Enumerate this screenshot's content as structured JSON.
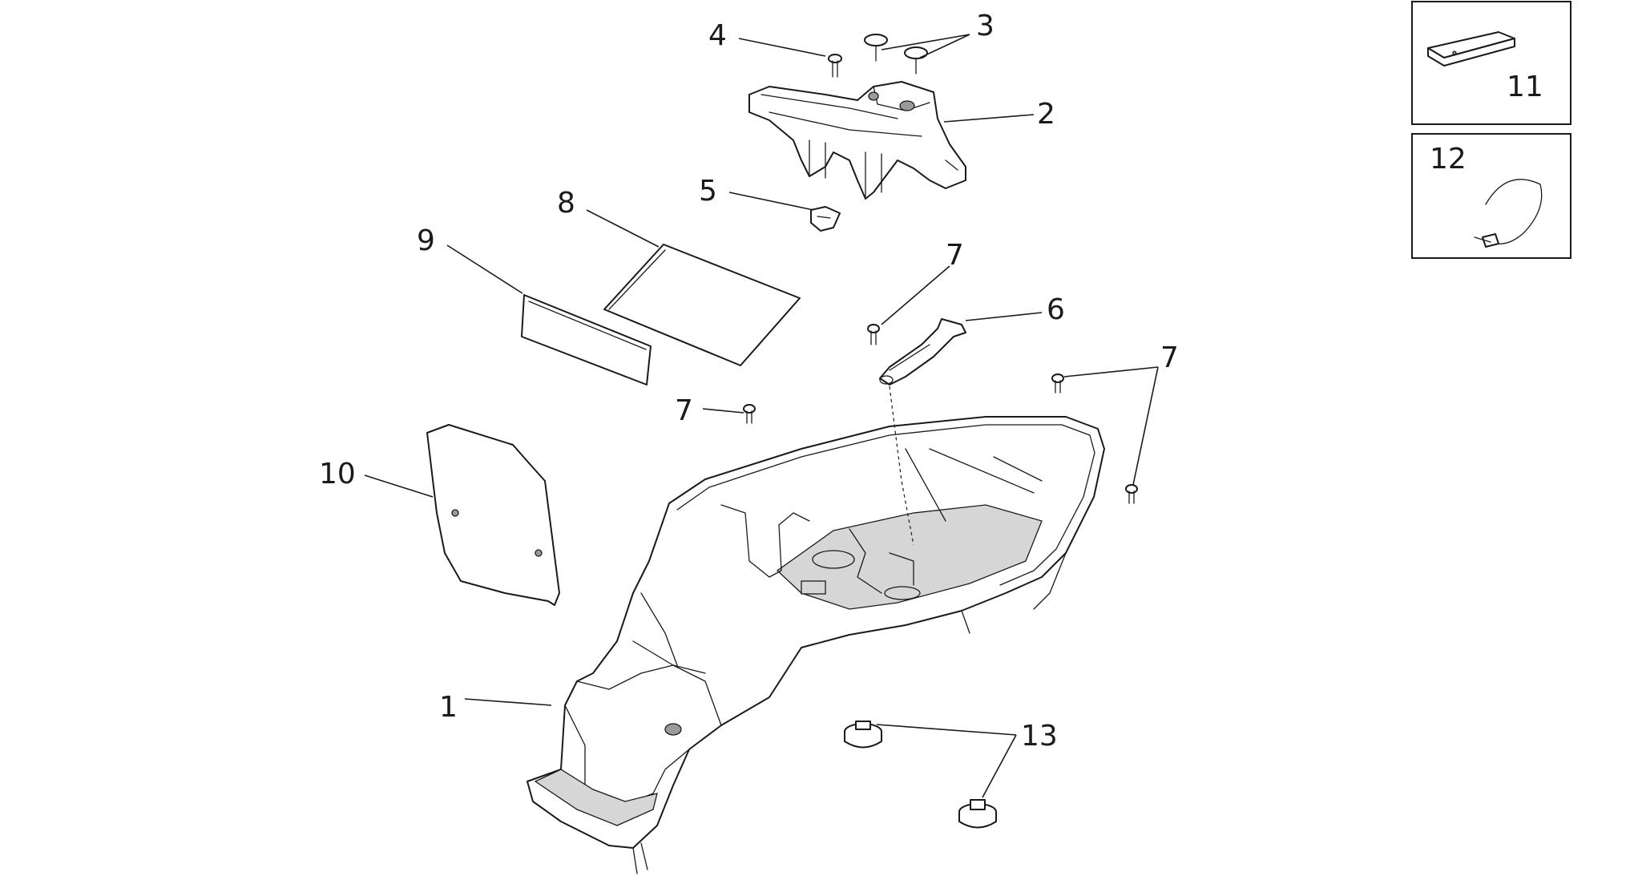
{
  "diagram": {
    "callouts": {
      "c1": "1",
      "c2": "2",
      "c3": "3",
      "c4": "4",
      "c5": "5",
      "c6": "6",
      "c7a": "7",
      "c7b": "7",
      "c7c": "7",
      "c8": "8",
      "c9": "9",
      "c10": "10",
      "c11": "11",
      "c12": "12",
      "c13": "13"
    }
  }
}
